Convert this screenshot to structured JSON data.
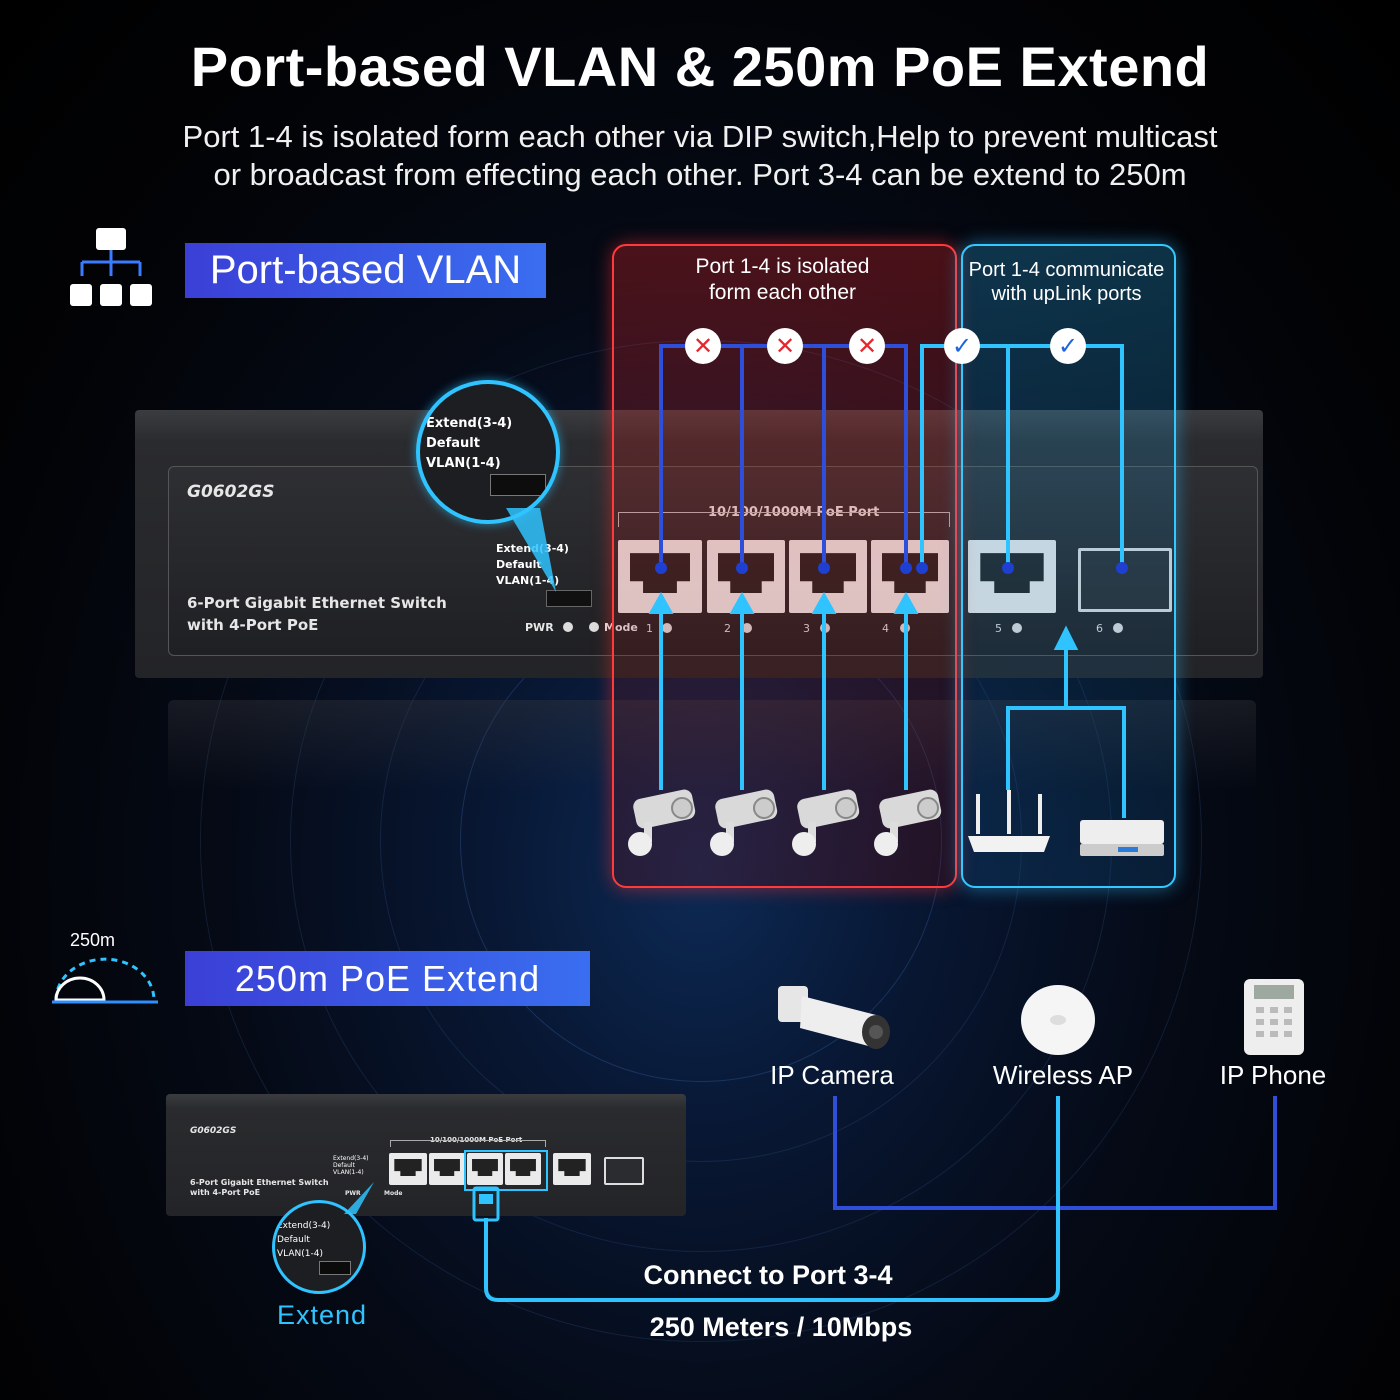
{
  "title": "Port-based VLAN & 250m PoE Extend",
  "subtitle_line1": "Port 1-4 is isolated form each other via DIP switch,Help to prevent multicast",
  "subtitle_line2": "or broadcast from effecting each other. Port 3-4 can be extend to 250m",
  "sections": {
    "vlan": "Port-based VLAN",
    "extend": "250m PoE Extend"
  },
  "distance_icon_label": "250m",
  "red_box": {
    "line1": "Port 1-4 is isolated",
    "line2": "form each other"
  },
  "blue_box": {
    "line1": "Port 1-4 communicate",
    "line2": "with upLink ports"
  },
  "switch": {
    "model": "G0602GS",
    "desc_line1": "6-Port Gigabit Ethernet Switch",
    "desc_line2": "with 4-Port PoE",
    "poe_port_group": "10/100/1000M PoE Port",
    "led_pwr": "PWR",
    "led_mode": "Mode",
    "port_numbers": [
      "1",
      "2",
      "3",
      "4",
      "5",
      "6"
    ]
  },
  "dip_switch": {
    "extend": "Extend(3-4)",
    "default": "Default",
    "vlan": "VLAN(1-4)"
  },
  "devices": {
    "ip_camera": "IP Camera",
    "wireless_ap": "Wireless AP",
    "ip_phone": "IP Phone"
  },
  "connect_label": "Connect to Port 3-4",
  "distance_label": "250 Meters / 10Mbps",
  "extend_label": "Extend",
  "colors": {
    "accent_red": "#ff3a3a",
    "accent_cyan": "#35c8ff",
    "chip": "#3b53e0",
    "line_blue": "#2f4fd8"
  }
}
